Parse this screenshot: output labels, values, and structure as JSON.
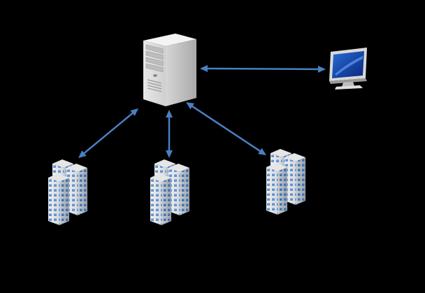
{
  "diagram": {
    "background": "#000000",
    "connector_color": "#4a7fc1",
    "nodes": [
      {
        "id": "server",
        "icon": "server-tower-icon"
      },
      {
        "id": "monitor",
        "icon": "desktop-monitor-icon"
      },
      {
        "id": "building-left",
        "icon": "office-buildings-icon"
      },
      {
        "id": "building-center",
        "icon": "office-buildings-icon"
      },
      {
        "id": "building-right",
        "icon": "office-buildings-icon"
      }
    ],
    "edges": [
      {
        "from": "server",
        "to": "monitor",
        "direction": "bidirectional"
      },
      {
        "from": "server",
        "to": "building-left",
        "direction": "bidirectional"
      },
      {
        "from": "server",
        "to": "building-center",
        "direction": "bidirectional"
      },
      {
        "from": "server",
        "to": "building-right",
        "direction": "bidirectional"
      }
    ]
  }
}
